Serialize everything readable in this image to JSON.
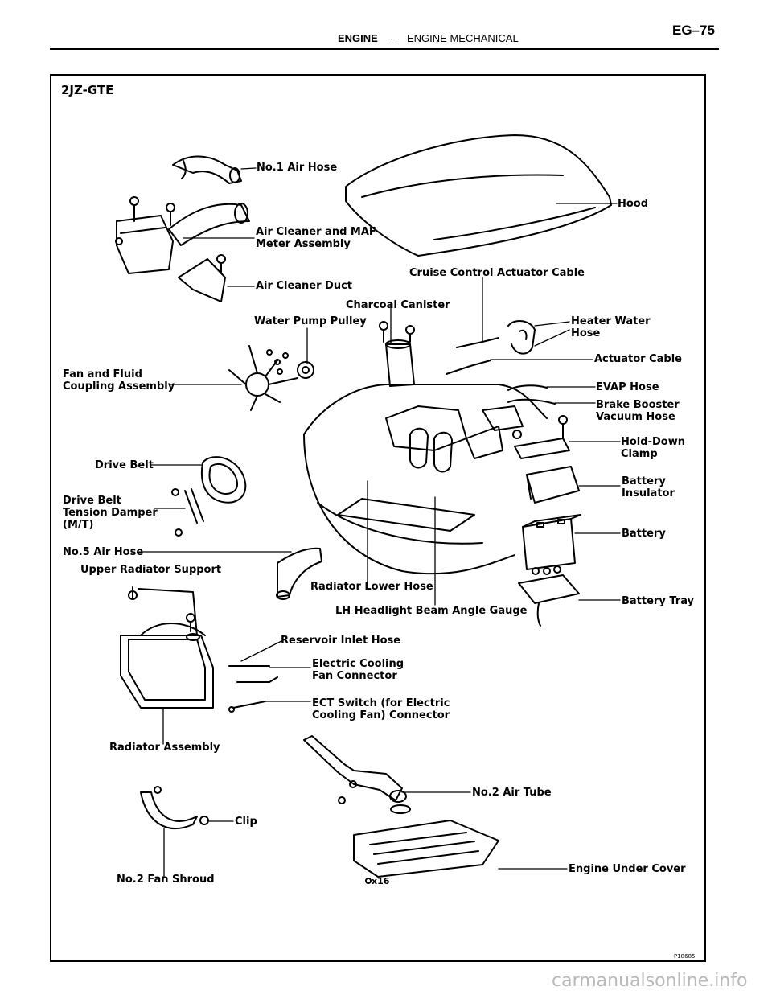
{
  "header": {
    "section": "ENGINE",
    "separator": "–",
    "subsection": "ENGINE MECHANICAL",
    "page_number": "EG–75"
  },
  "diagram": {
    "engine_code": "2JZ-GTE",
    "figure_code": "P18685",
    "quantity_note": "x16",
    "labels": {
      "no1_air_hose": "No.1 Air Hose",
      "hood": "Hood",
      "air_cleaner_maf": "Air Cleaner and MAF\nMeter Assembly",
      "air_cleaner_duct": "Air Cleaner Duct",
      "cruise_control_actuator_cable": "Cruise Control Actuator Cable",
      "charcoal_canister": "Charcoal Canister",
      "water_pump_pulley": "Water Pump Pulley",
      "heater_water_hose": "Heater Water\nHose",
      "actuator_cable": "Actuator Cable",
      "fan_fluid_coupling": "Fan and Fluid\nCoupling Assembly",
      "evap_hose": "EVAP Hose",
      "brake_booster_vacuum_hose": "Brake Booster\nVacuum Hose",
      "hold_down_clamp": "Hold-Down\nClamp",
      "drive_belt": "Drive Belt",
      "battery_insulator": "Battery\nInsulator",
      "drive_belt_tension_damper": "Drive Belt\nTension Damper\n(M/T)",
      "battery": "Battery",
      "no5_air_hose": "No.5 Air Hose",
      "upper_radiator_support": "Upper Radiator Support",
      "radiator_lower_hose": "Radiator Lower Hose",
      "battery_tray": "Battery Tray",
      "lh_headlight_beam_angle_gauge": "LH Headlight Beam Angle Gauge",
      "reservoir_inlet_hose": "Reservoir Inlet Hose",
      "electric_cooling_fan_connector": "Electric Cooling\nFan Connector",
      "ect_switch_connector": "ECT Switch (for Electric\nCooling Fan) Connector",
      "radiator_assembly": "Radiator Assembly",
      "no2_air_tube": "No.2 Air Tube",
      "clip": "Clip",
      "engine_under_cover": "Engine Under Cover",
      "no2_fan_shroud": "No.2 Fan Shroud"
    }
  },
  "watermark": "carmanualsonline.info"
}
